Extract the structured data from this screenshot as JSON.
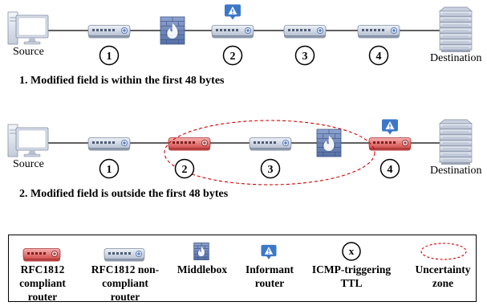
{
  "scenarios": [
    {
      "source_label": "Source",
      "destination_label": "Destination",
      "caption": "1. Modified field is within the first 48 bytes",
      "hop_numbers": [
        "1",
        "2",
        "3",
        "4"
      ]
    },
    {
      "source_label": "Source",
      "destination_label": "Destination",
      "caption": "2. Modified field is outside the first 48 bytes",
      "hop_numbers": [
        "1",
        "2",
        "3",
        "4"
      ]
    }
  ],
  "legend": {
    "compliant_router": "RFC1812\ncompliant\nrouter",
    "noncompliant_router": "RFC1812 non-\ncompliant\nrouter",
    "middlebox": "Middlebox",
    "informant_router": "Informant\nrouter",
    "icmp_ttl_symbol": "x",
    "icmp_ttl": "ICMP-triggering\nTTL",
    "uncertainty_zone": "Uncertainty\nzone"
  },
  "colors": {
    "compliant_router": "#e06666",
    "noncompliant_router": "#c9d3e3",
    "middlebox": "#7088b8",
    "informant": "#3d78c8",
    "uncertainty": "#cc0000"
  },
  "icons": [
    "computer-icon",
    "router-icon",
    "firewall-icon",
    "warning-icon",
    "server-icon"
  ]
}
